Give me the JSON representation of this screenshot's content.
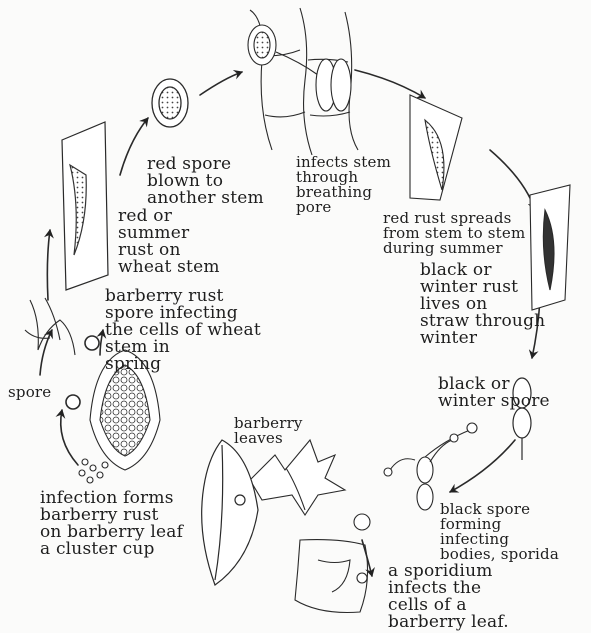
{
  "labels": {
    "red_spore": "red spore\nblown to\nanother stem",
    "infects_stem": "infects stem\nthrough\nbreathing\npore",
    "red_on_wheat": "red or\nsummer\nrust on\nwheat stem",
    "red_spreads": "red rust spreads\nfrom stem to stem\nduring summer",
    "black_winter": "black or\nwinter rust\nlives on\nstraw through\nwinter",
    "barberry_spore": "barberry rust\nspore infecting\nthe cells of wheat\nstem in\nspring",
    "spore": "spore",
    "black_spore": "black or\nwinter spore",
    "barberry_leaves": "barberry\nleaves",
    "infection_forms": "infection forms\nbarberry rust\non barberry leaf\na cluster cup",
    "black_spore_forming": "black spore\nforming\ninfecting\nbodies, sporida",
    "sporidium": "a sporidium\ninfects the\ncells of a\nbarberry leaf."
  }
}
